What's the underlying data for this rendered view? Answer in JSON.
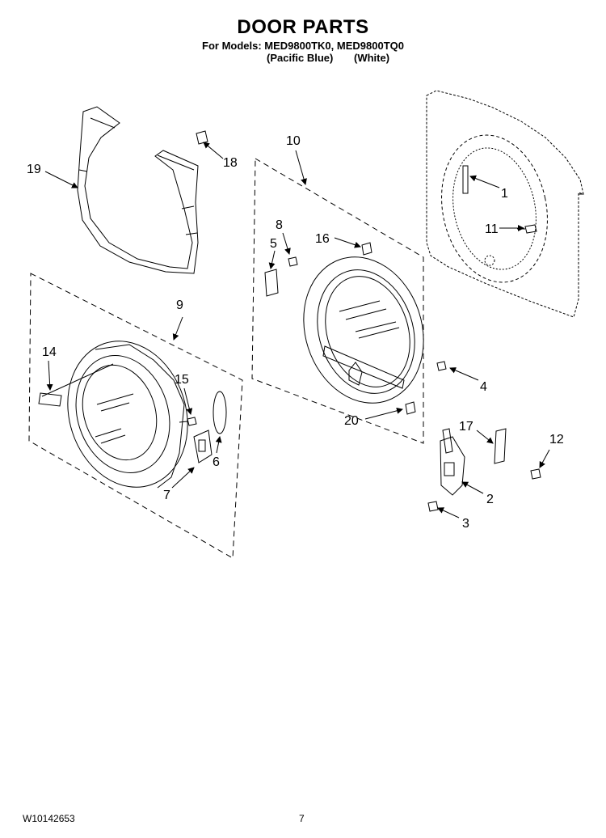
{
  "title": "DOOR PARTS",
  "models_line": "For Models: MED9800TK0, MED9800TQ0",
  "color_1": "(Pacific Blue)",
  "color_2": "(White)",
  "doc_number": "W10142653",
  "page_number": "7",
  "callouts": {
    "c1": "1",
    "c2": "2",
    "c3": "3",
    "c4": "4",
    "c5": "5",
    "c6": "6",
    "c7": "7",
    "c8": "8",
    "c9": "9",
    "c10": "10",
    "c11": "11",
    "c12": "12",
    "c14": "14",
    "c15": "15",
    "c16": "16",
    "c17": "17",
    "c18": "18",
    "c19": "19",
    "c20": "20"
  }
}
